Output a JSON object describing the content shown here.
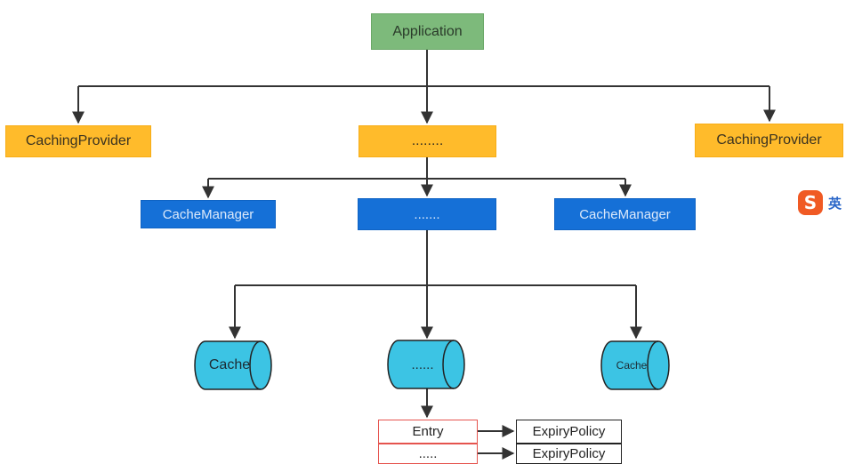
{
  "diagram": {
    "root": {
      "label": "Application"
    },
    "providers": [
      {
        "label": "CachingProvider"
      },
      {
        "label": "........"
      },
      {
        "label": "CachingProvider"
      }
    ],
    "managers": [
      {
        "label": "CacheManager"
      },
      {
        "label": "......."
      },
      {
        "label": "CacheManager"
      }
    ],
    "caches": [
      {
        "label": "Cache"
      },
      {
        "label": "......"
      },
      {
        "label": "Cache"
      }
    ],
    "entries": [
      {
        "label": "Entry"
      },
      {
        "label": "....."
      }
    ],
    "policies": [
      {
        "label": "ExpiryPolicy"
      },
      {
        "label": "ExpiryPolicy"
      }
    ]
  },
  "ime": {
    "logo": "S",
    "mode": "英"
  },
  "colors": {
    "application": "#7dba7b",
    "provider": "#ffbb2b",
    "manager": "#1570d7",
    "cache": "#3cc4e4",
    "entry_border": "#e5544e",
    "connector": "#333333"
  }
}
